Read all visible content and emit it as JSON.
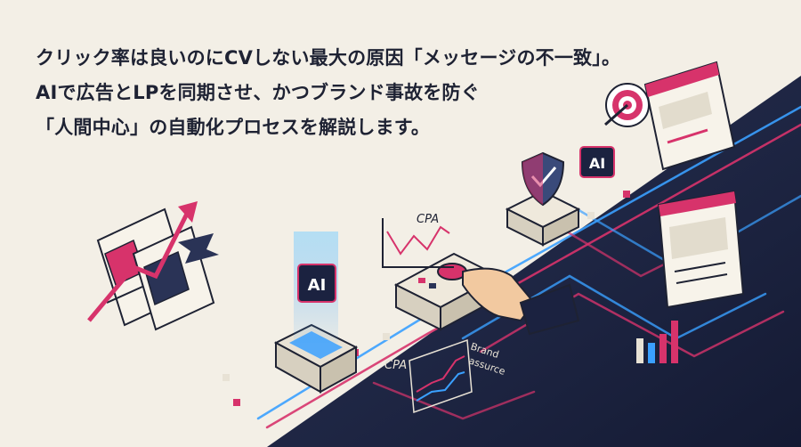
{
  "headline": {
    "line1": "クリック率は良いのにCVしない最大の原因「メッセージの不一致」。",
    "line2": "AIで広告とLPを同期させ、かつブランド事故を防ぐ",
    "line3": "「人間中心」の自動化プロセスを解説します。"
  },
  "labels": {
    "ai_chip": "AI",
    "ai_badge": "AI",
    "cpa_top": "CPA",
    "cpa_bottom": "CPA",
    "brand_line1": "Brand",
    "brand_line2": "assurce"
  },
  "icons": [
    "ad-creative-icon",
    "trend-arrow-icon",
    "ai-chip-icon",
    "shield-check-icon",
    "target-icon",
    "browser-window-icon",
    "hand-pointer-icon",
    "bar-chart-icon",
    "line-chart-icon"
  ],
  "colors": {
    "background": "#f3efe6",
    "navy": "#1b2240",
    "accent_pink": "#d7336b",
    "accent_blue": "#3aa0ff",
    "text": "#1e2233"
  }
}
